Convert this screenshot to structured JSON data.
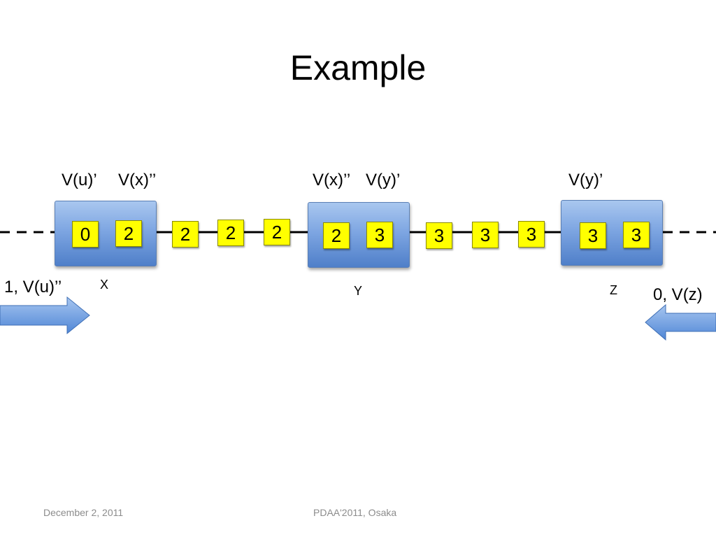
{
  "slide": {
    "title": "Example",
    "footer_date": "December 2, 2011",
    "footer_event": "PDAA'2011, Osaka"
  },
  "nodes": {
    "x": {
      "name": "X",
      "labels": [
        "V(u)’",
        "V(x)’’"
      ],
      "messages": [
        "0",
        "2"
      ]
    },
    "y": {
      "name": "Y",
      "labels": [
        "V(x)’’",
        "V(y)’"
      ],
      "messages": [
        "2",
        "3"
      ]
    },
    "z": {
      "name": "Z",
      "labels": [
        "V(y)’"
      ],
      "messages": [
        "3",
        "3"
      ]
    }
  },
  "links": {
    "x_to_y": [
      "2",
      "2",
      "2"
    ],
    "y_to_z": [
      "3",
      "3",
      "3"
    ]
  },
  "inputs": {
    "left": "1, V(u)’’",
    "right": "0, V(z)"
  },
  "colors": {
    "node_fill": "#7ea6e2",
    "message_fill": "#ffff00",
    "arrow_fill": "#5b8fd8",
    "footer_text": "#8c8c8c"
  }
}
